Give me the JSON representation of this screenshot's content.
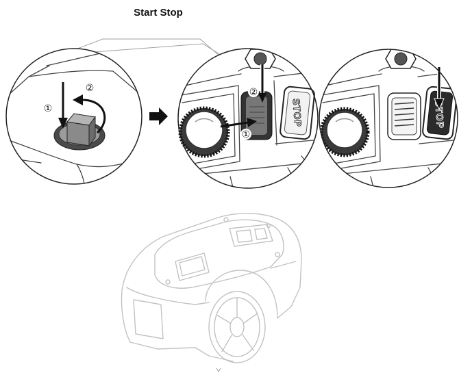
{
  "title": "Start Stop",
  "callouts": {
    "turn_key": {
      "step1": "①",
      "step2": "②"
    },
    "insert_key": {
      "step1": "①",
      "step2": "②",
      "stop_button": "STOP"
    },
    "press_stop": {
      "stop_button": "STOP"
    }
  }
}
